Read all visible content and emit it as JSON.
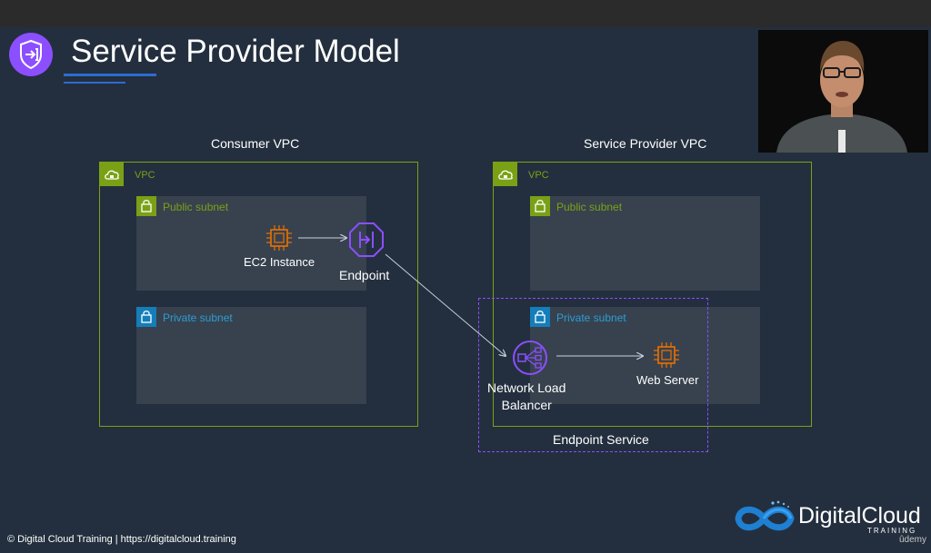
{
  "slide": {
    "title": "Service Provider Model"
  },
  "consumer": {
    "heading": "Consumer VPC",
    "vpc_label": "VPC",
    "public_subnet": "Public subnet",
    "private_subnet": "Private subnet",
    "ec2_label": "EC2 Instance",
    "endpoint_label": "Endpoint"
  },
  "provider": {
    "heading": "Service Provider VPC",
    "vpc_label": "VPC",
    "public_subnet": "Public subnet",
    "private_subnet": "Private subnet",
    "nlb_line1": "Network Load",
    "nlb_line2": "Balancer",
    "web_server_label": "Web Server",
    "endpoint_service_label": "Endpoint Service"
  },
  "footer": {
    "text": "© Digital Cloud Training  |  https://digitalcloud.training"
  },
  "logo": {
    "name": "DigitalCloud",
    "subtitle": "TRAINING",
    "platform": "ûdemy"
  },
  "colors": {
    "background": "#232f3e",
    "vpc_green": "#7aa116",
    "private_blue": "#147eba",
    "ec2_orange": "#ed7100",
    "endpoint_purple": "#8c4fff",
    "title_underline": "#2d6bd1"
  },
  "icons": {
    "title": "shield-arrow-icon",
    "vpc": "cloud-lock-icon",
    "subnet": "padlock-icon",
    "ec2": "chip-icon",
    "endpoint": "vpc-endpoint-icon",
    "nlb": "load-balancer-icon"
  }
}
